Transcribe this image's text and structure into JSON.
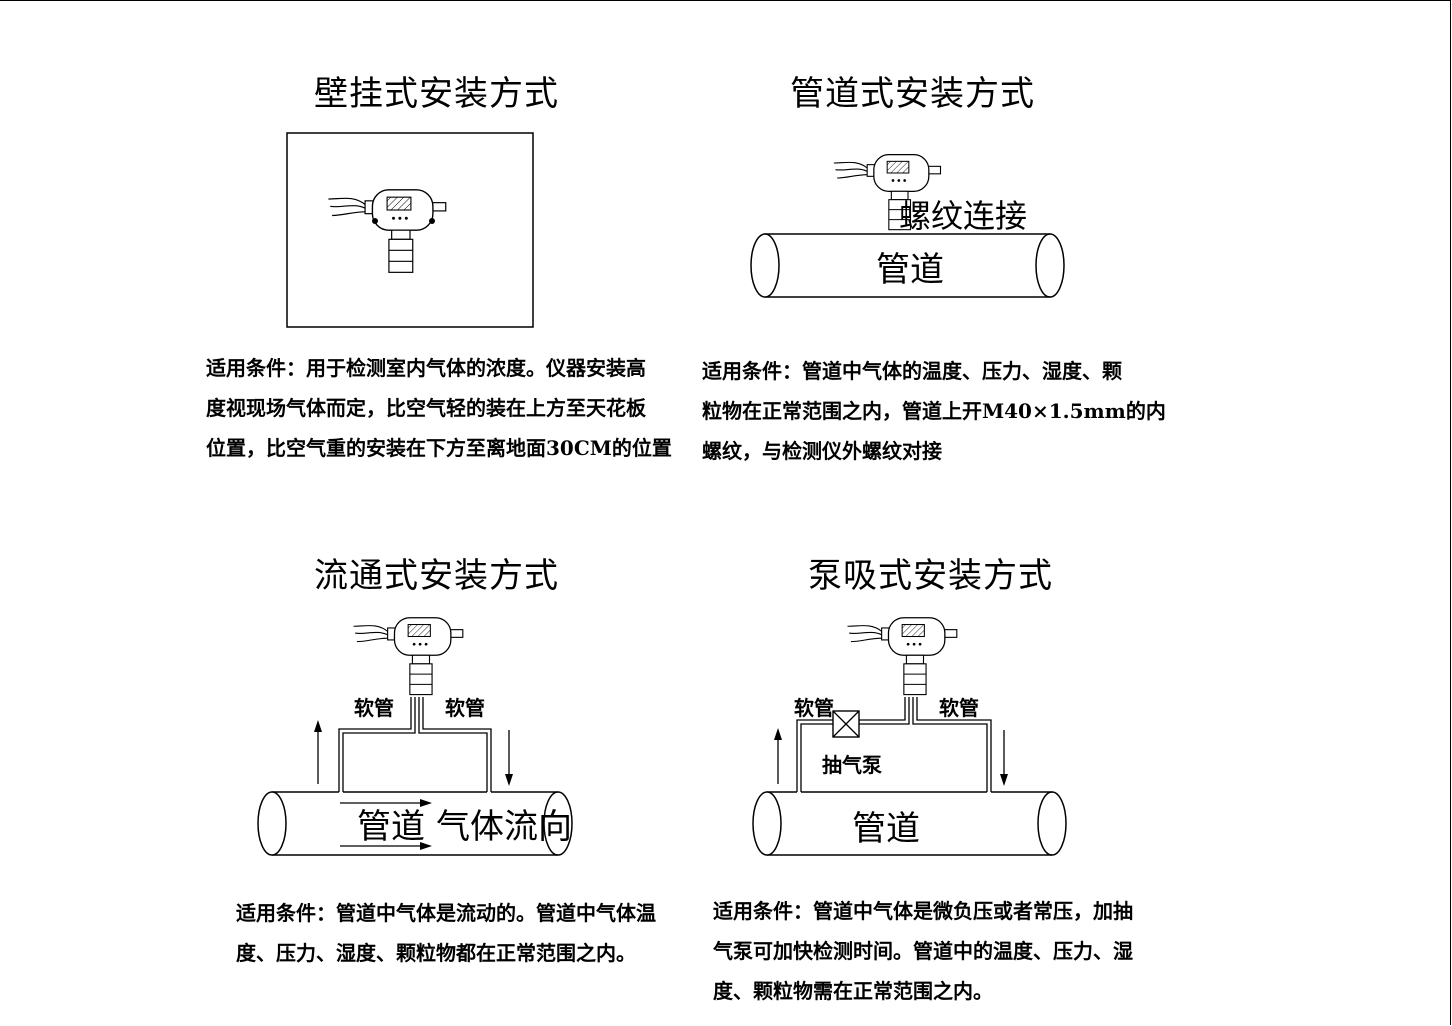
{
  "panels": {
    "wall": {
      "title": "壁挂式安装方式",
      "condition": [
        "适用条件：用于检测室内气体的浓度。仪器安装高",
        "度视现场气体而定，比空气轻的装在上方至天花板",
        "位置，比空气重的安装在下方至离地面30CM的位置"
      ]
    },
    "pipe": {
      "title": "管道式安装方式",
      "thread_label": "螺纹连接",
      "pipe_label": "管道",
      "condition": [
        "适用条件：管道中气体的温度、压力、湿度、颗",
        "粒物在正常范围之内，管道上开M40×1.5mm的内",
        "螺纹，与检测仪外螺纹对接"
      ]
    },
    "flow": {
      "title": "流通式安装方式",
      "hose_left": "软管",
      "hose_right": "软管",
      "pipe_label": "管道",
      "flow_label": "气体流向",
      "condition": [
        "适用条件：管道中气体是流动的。管道中气体温",
        "度、压力、湿度、颗粒物都在正常范围之内。"
      ]
    },
    "pump": {
      "title": "泵吸式安装方式",
      "hose_left": "软管",
      "hose_right": "软管",
      "pump_label": "抽气泵",
      "pipe_label": "管道",
      "condition": [
        "适用条件：管道中气体是微负压或者常压，加抽",
        "气泵可加快检测时间。管道中的温度、压力、湿",
        "度、颗粒物需在正常范围之内。"
      ]
    }
  }
}
